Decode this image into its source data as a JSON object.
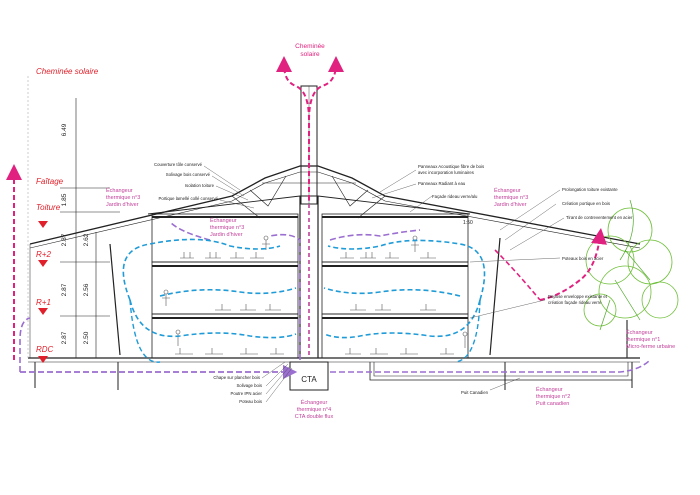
{
  "colors": {
    "accent_pink": "#e0217f",
    "dim_red": "#e0202a",
    "exchanger_text": "#c2409a",
    "purple_flow": "#9b6fd0",
    "blue_flow": "#1f9bd7",
    "tree_green": "#6fbf3a",
    "line": "#222222"
  },
  "labels": {
    "chimney_top": [
      "Cheminée",
      "solaire"
    ],
    "chimney_side": "Cheminée solaire",
    "faitage": "Faîtage",
    "toiture": "Toiture",
    "r2": "R+2",
    "r1": "R+1",
    "rdc": "RDC",
    "cta": "CTA",
    "ratio": "1:50"
  },
  "dimensions": {
    "chimney": "6.49",
    "roof": "1.85",
    "left": [
      "2.87",
      "2.87",
      "2.87"
    ],
    "right": [
      "2.62",
      "2.56",
      "2.50"
    ]
  },
  "exchangers": {
    "e3_left": [
      "Échangeur",
      "thermique n°3",
      "Jardin d'hiver"
    ],
    "e3_mid": [
      "Échangeur",
      "thermique n°3",
      "Jardin d'hiver"
    ],
    "e3_right": [
      "Échangeur",
      "thermique n°3",
      "Jardin d'hiver"
    ],
    "e4": [
      "Échangeur",
      "thermique n°4",
      "CTA double flux"
    ],
    "e2": [
      "Échangeur",
      "thermique n°2",
      "Puit canadien"
    ],
    "e1": [
      "Échangeur",
      "thermique n°1",
      "Micro-ferme urbaine"
    ]
  },
  "annotations": {
    "top_left": [
      "Couverture tôle conservé",
      "Solivage bois conservé",
      "Isolation toiture",
      "Portique lamellé collé conservé"
    ],
    "top_right": [
      "Panneaux Acoustique fibre de bois",
      "avec incorporation luminaires",
      "Panneaux Radiant à eau",
      "Façade rideau verre/alu"
    ],
    "right": [
      "Prolongation toiture existante",
      "Création portique en bois",
      "Tirant de contreventement en acier"
    ],
    "right_mid1": "Poteaux bois en acier",
    "right_mid2": [
      "Depose enveloppe existante et",
      "création façade rideau verre"
    ],
    "bottom": [
      "Chape sur plancher bois",
      "Solivage bois",
      "Poutre IPN acier",
      "Poteau bois"
    ],
    "puit": "Puit Canadien"
  }
}
